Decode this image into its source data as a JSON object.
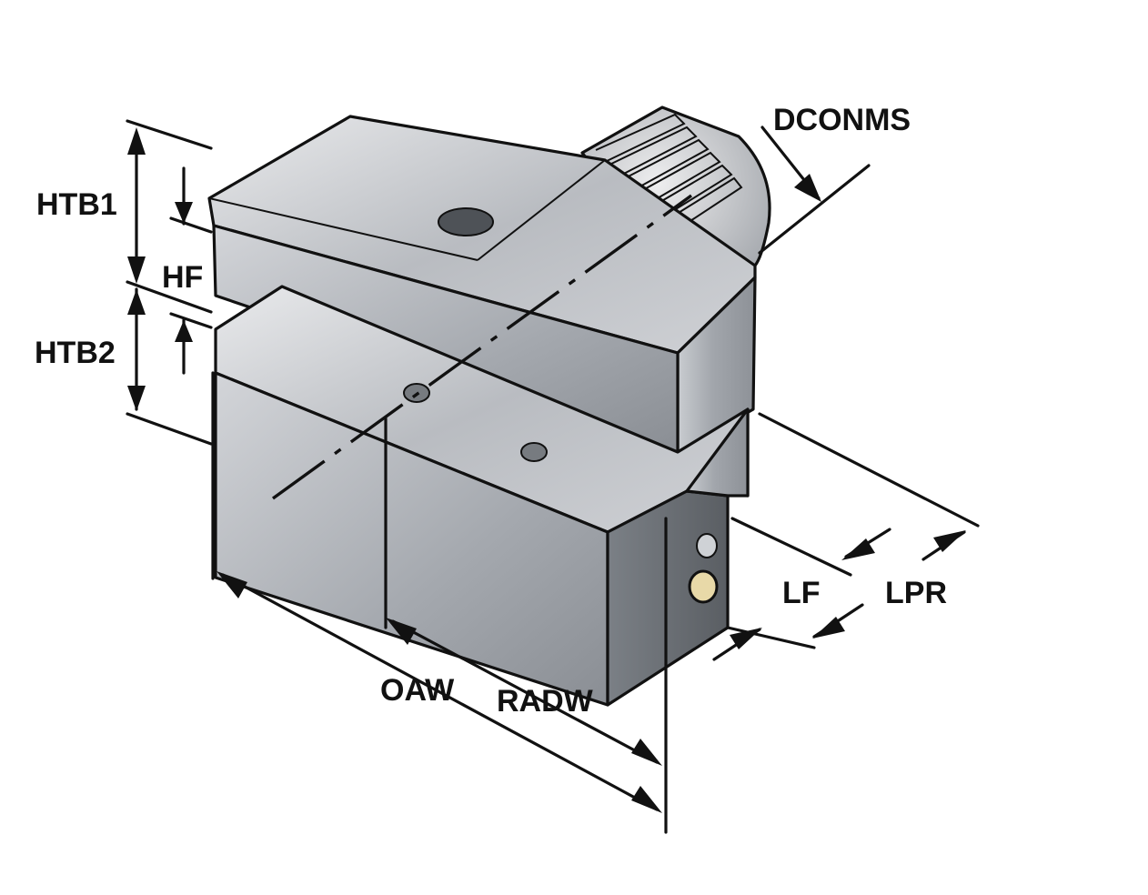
{
  "figure": {
    "labels": {
      "dconms": "DCONMS",
      "htb1": "HTB1",
      "hf": "HF",
      "htb2": "HTB2",
      "lf": "LF",
      "lpr": "LPR",
      "oaw": "OAW",
      "radw": "RADW"
    },
    "colors": {
      "outline": "#111111",
      "steel_light": "#d8dade",
      "steel_mid": "#a9adb3",
      "steel_dark": "#6f747b",
      "background": "#ffffff"
    }
  }
}
